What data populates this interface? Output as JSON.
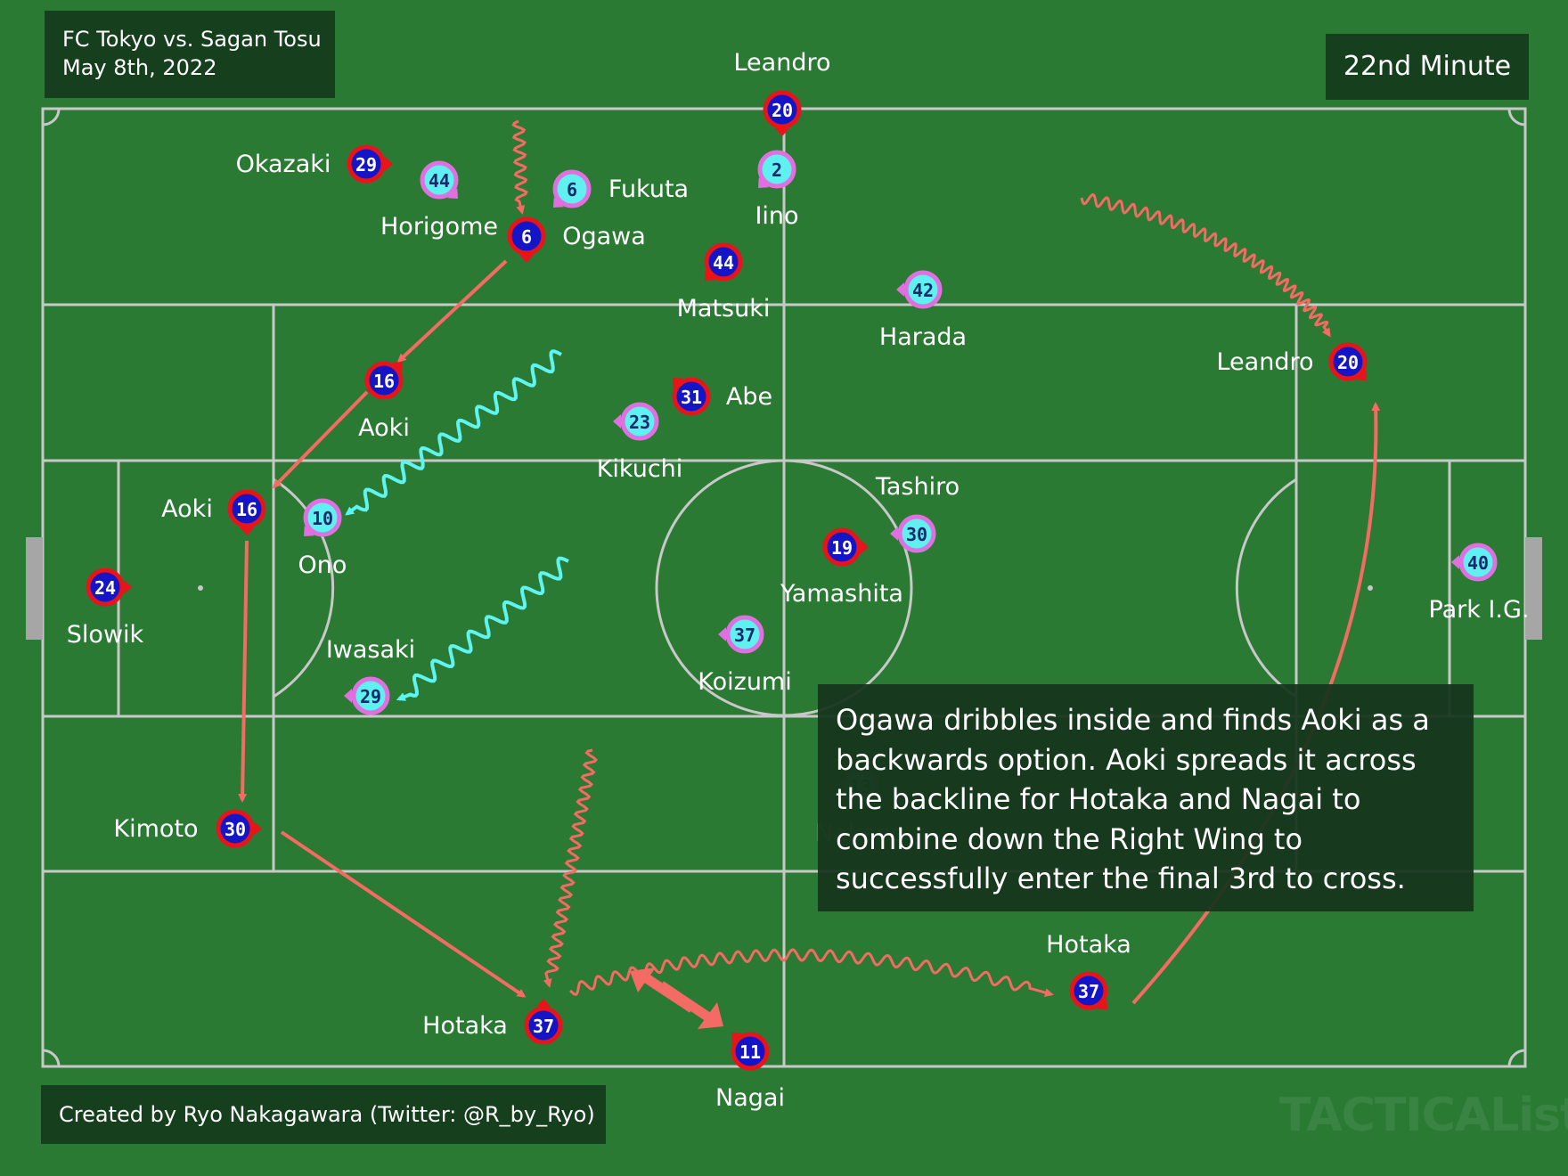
{
  "header": {
    "match": "FC Tokyo vs. Sagan Tosu",
    "date": "May 8th, 2022",
    "minute": "22nd Minute"
  },
  "description": "Ogawa dribbles inside and finds Aoki as a backwards option. Aoki spreads it across the backline for Hotaka and Nagai to combine down the Right Wing to successfully enter the final 3rd to cross.",
  "credit": "Created by Ryo Nakagawara (Twitter: @R_by_Ryo)",
  "watermark": "TACTICALista",
  "colors": {
    "pitch": "#2a7a33",
    "lines": "#c8c8c8",
    "home_fill": "#1515c8",
    "home_ring": "#e8141a",
    "away_fill": "#5ff0f0",
    "away_ring": "#e070e0",
    "home_arrow": "#f46a64",
    "away_arrow": "#5ff4f0"
  },
  "players": [
    {
      "team": "home",
      "number": "20",
      "name": "Leandro"
    },
    {
      "team": "away",
      "number": "2",
      "name": "Iino"
    },
    {
      "team": "home",
      "number": "29",
      "name": "Okazaki"
    },
    {
      "team": "away",
      "number": "44",
      "name": "Horigome"
    },
    {
      "team": "away",
      "number": "6",
      "name": "Fukuta"
    },
    {
      "team": "home",
      "number": "6",
      "name": "Ogawa"
    },
    {
      "team": "home",
      "number": "44",
      "name": "Matsuki"
    },
    {
      "team": "away",
      "number": "42",
      "name": "Harada"
    },
    {
      "team": "home",
      "number": "20",
      "name": "Leandro"
    },
    {
      "team": "home",
      "number": "16",
      "name": "Aoki"
    },
    {
      "team": "home",
      "number": "31",
      "name": "Abe"
    },
    {
      "team": "away",
      "number": "23",
      "name": "Kikuchi"
    },
    {
      "team": "home",
      "number": "16",
      "name": "Aoki"
    },
    {
      "team": "away",
      "number": "10",
      "name": "Ono"
    },
    {
      "team": "away",
      "number": "30",
      "name": "Tashiro"
    },
    {
      "team": "home",
      "number": "19",
      "name": "Yamashita"
    },
    {
      "team": "home",
      "number": "24",
      "name": "Slowik"
    },
    {
      "team": "away",
      "number": "40",
      "name": "Park I.G."
    },
    {
      "team": "away",
      "number": "37",
      "name": "Koizumi"
    },
    {
      "team": "away",
      "number": "29",
      "name": "Iwasaki"
    },
    {
      "team": "away",
      "number": "13",
      "name": "Nakano"
    },
    {
      "team": "home",
      "number": "30",
      "name": "Kimoto"
    },
    {
      "team": "home",
      "number": "37",
      "name": "Hotaka"
    },
    {
      "team": "home",
      "number": "11",
      "name": "Nagai"
    },
    {
      "team": "home",
      "number": "37",
      "name": "Hotaka"
    }
  ]
}
